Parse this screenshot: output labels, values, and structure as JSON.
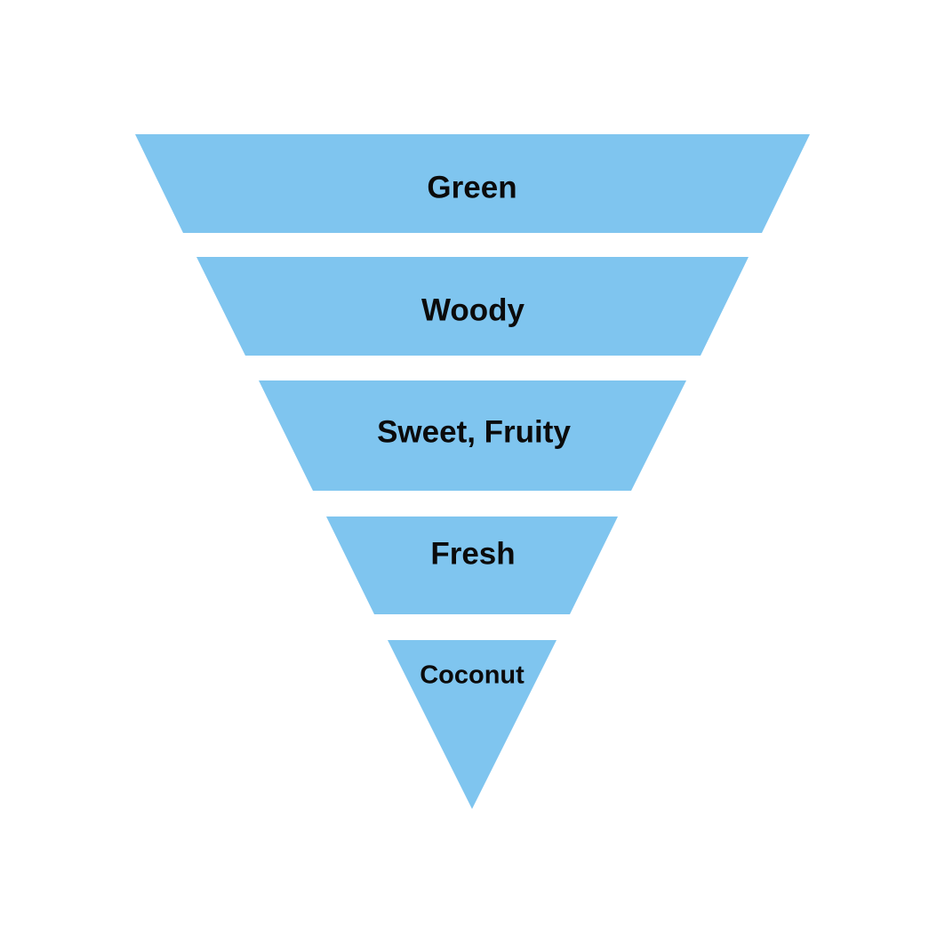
{
  "funnel": {
    "fill_color": "#7fc5ef",
    "text_color": "#0b0b0b",
    "background": "#ffffff",
    "levels": [
      {
        "label": "Green"
      },
      {
        "label": "Woody"
      },
      {
        "label": "Sweet, Fruity"
      },
      {
        "label": "Fresh"
      },
      {
        "label": "Coconut"
      }
    ]
  }
}
